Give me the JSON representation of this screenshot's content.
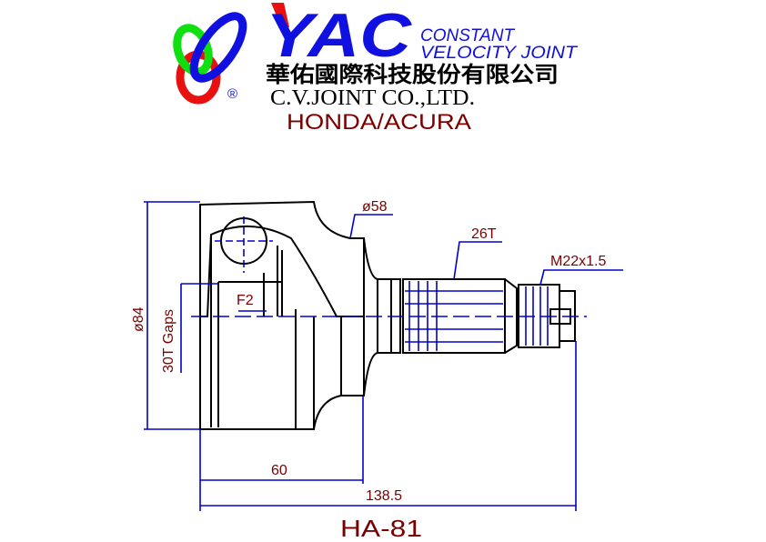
{
  "header": {
    "brand": "YAC",
    "tagline_line1": "CONSTANT",
    "tagline_line2": "VELOCITY JOINT",
    "company_chinese": "華佑國際科技股份有限公司",
    "company_english": "C.V.JOINT CO.,LTD.",
    "registered_mark": "®",
    "application": "HONDA/ACURA"
  },
  "drawing": {
    "dims": {
      "outer_diameter": "ø84",
      "neck_diameter": "ø58",
      "outer_spline": "26T",
      "thread": "M22x1.5",
      "inner_spline": "30T Gaps",
      "feature": "F2",
      "housing_length": "60",
      "overall_length": "138.5"
    },
    "part_number": "HA-81"
  },
  "colors": {
    "logo_red": "#e81010",
    "logo_green": "#10e010",
    "logo_blue": "#1010e0",
    "dim_text": "#7a0000",
    "dim_lines": "#0000d0"
  }
}
